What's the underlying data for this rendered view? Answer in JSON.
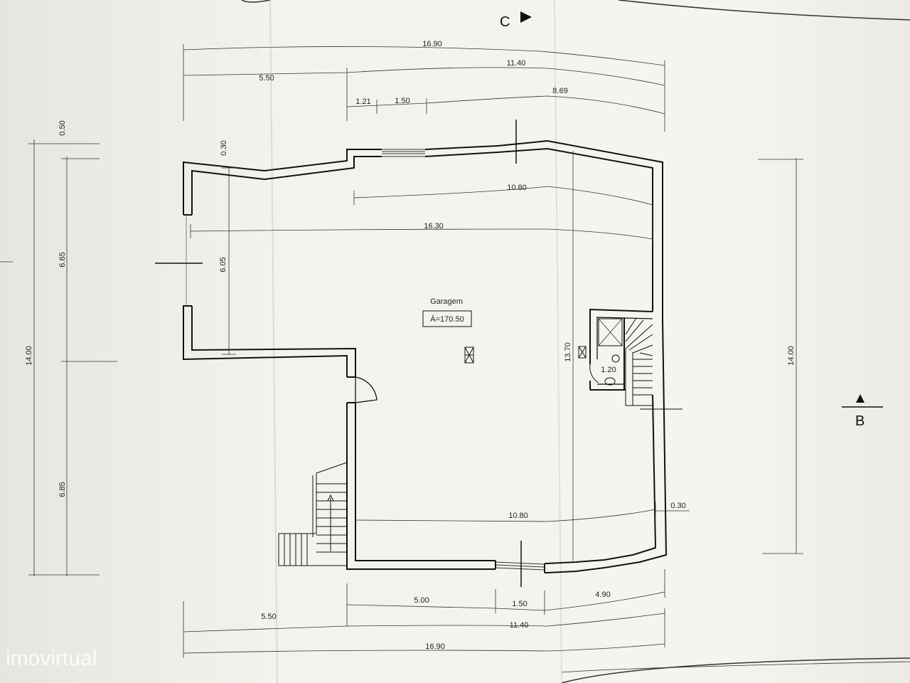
{
  "plan": {
    "room": {
      "name": "Garagem",
      "area": "Á=170.50"
    },
    "section_markers": {
      "c": "C",
      "b": "B"
    },
    "dimensions": {
      "top_total": "16.90",
      "top_right": "11.40",
      "top_left": "5.50",
      "top_seg_a": "1.21",
      "top_seg_b": "1.50",
      "top_seg_c": "8.69",
      "inner_top": "10.80",
      "inner_width": "16.30",
      "wall_top": "0.30",
      "left_total": "14.00",
      "left_top_offset": "0.50",
      "left_upper": "6.65",
      "left_lower": "6.85",
      "inner_left_height": "6.05",
      "inner_right_height": "13.70",
      "bath_width": "1.20",
      "right_total": "14.00",
      "inner_bottom": "10.80",
      "wall_bottom": "0.30",
      "bottom_seg_a": "5.00",
      "bottom_seg_b": "1.50",
      "bottom_seg_c": "4.90",
      "bottom_left": "5.50",
      "bottom_right": "11.40",
      "bottom_total": "16.90"
    }
  },
  "watermark": "imovirtual",
  "colors": {
    "paper": "#f1efea",
    "ink": "#1a1a1a"
  }
}
